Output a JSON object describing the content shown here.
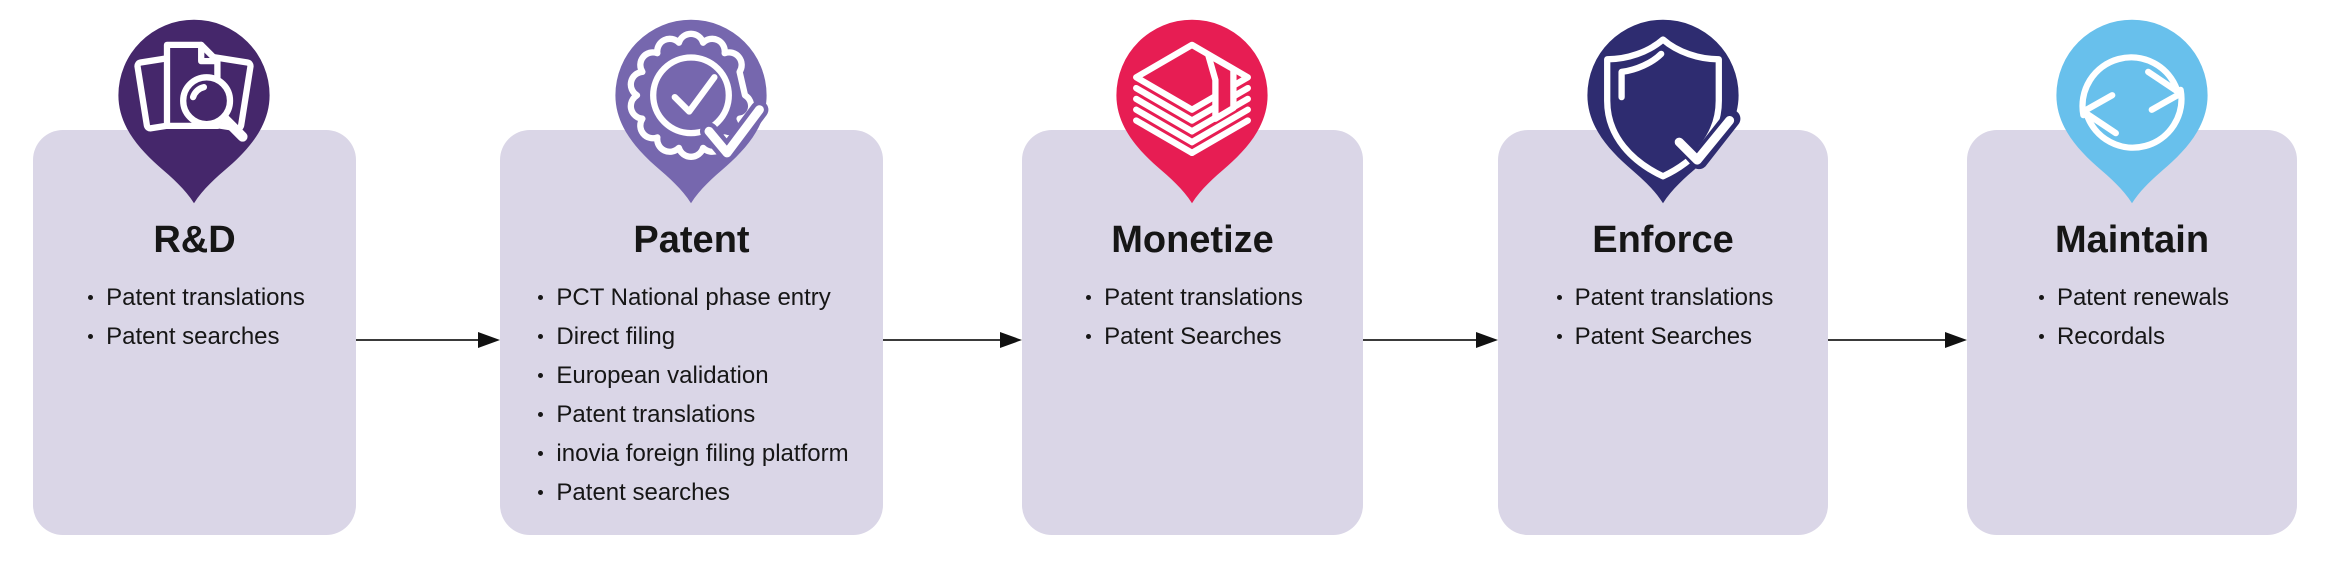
{
  "colors": {
    "background": "#FFFFFF",
    "card": "#DAD6E7",
    "text": "#161616",
    "connector_line": "#3A3A3A",
    "connector_head": "#111111"
  },
  "stages": [
    {
      "title": "R&D",
      "icon": "documents-search-icon",
      "pin_color": "#45276B",
      "bullets": [
        "Patent translations",
        "Patent searches"
      ]
    },
    {
      "title": "Patent",
      "icon": "badge-check-icon",
      "pin_color": "#7667AE",
      "bullets": [
        "PCT National phase entry",
        "Direct filing",
        "European validation",
        "Patent translations",
        "inovia foreign filing platform",
        "Patent searches"
      ]
    },
    {
      "title": "Monetize",
      "icon": "money-stack-icon",
      "pin_color": "#E71D53",
      "bullets": [
        "Patent translations",
        "Patent Searches"
      ]
    },
    {
      "title": "Enforce",
      "icon": "shield-check-icon",
      "pin_color": "#2E2C70",
      "bullets": [
        "Patent translations",
        "Patent Searches"
      ]
    },
    {
      "title": "Maintain",
      "icon": "sync-arrows-icon",
      "pin_color": "#68C0EC",
      "bullets": [
        "Patent renewals",
        "Recordals"
      ]
    }
  ]
}
